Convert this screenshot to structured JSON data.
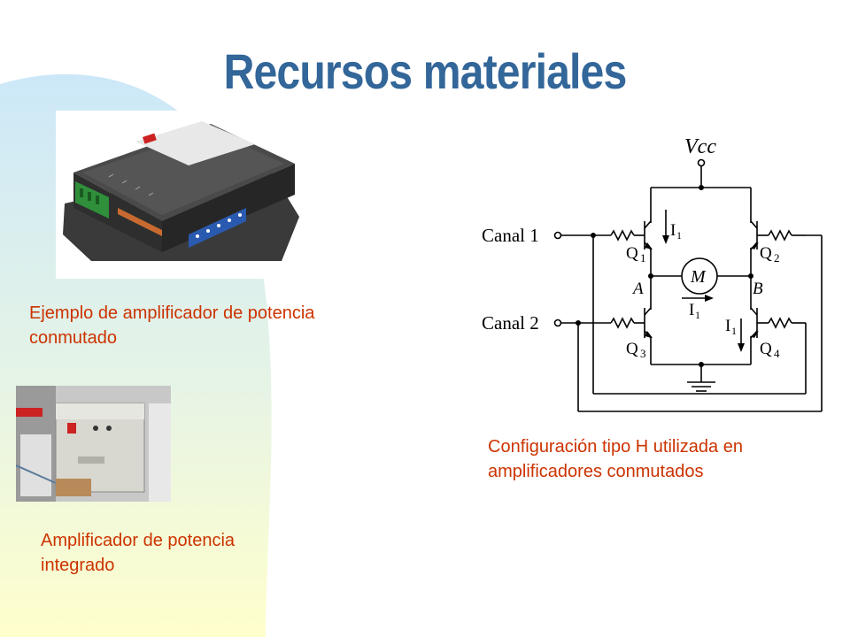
{
  "slide": {
    "title": "Recursos materiales"
  },
  "images": {
    "amplifier_photo_alt": "Amplificador de potencia conmutado",
    "integrated_photo_alt": "Amplificador de potencia integrado"
  },
  "captions": {
    "switched_amplifier": "Ejemplo de amplificador de potencia conmutado",
    "integrated_amplifier": "Amplificador de potencia integrado",
    "h_bridge": "Configuración tipo H utilizada en amplificadores conmutados"
  },
  "circuit": {
    "supply": "Vcc",
    "channel1": "Canal 1",
    "channel2": "Canal 2",
    "q1": "Q",
    "q1_sub": "1",
    "q2": "Q",
    "q2_sub": "2",
    "q3": "Q",
    "q3_sub": "3",
    "q4": "Q",
    "q4_sub": "4",
    "motor": "M",
    "node_a": "A",
    "node_b": "B",
    "current": "I",
    "current_sub": "1"
  },
  "colors": {
    "title": "#336699",
    "caption": "#cc3300",
    "swoosh_top": "#cce8f8",
    "swoosh_bottom": "#ffffcc"
  }
}
